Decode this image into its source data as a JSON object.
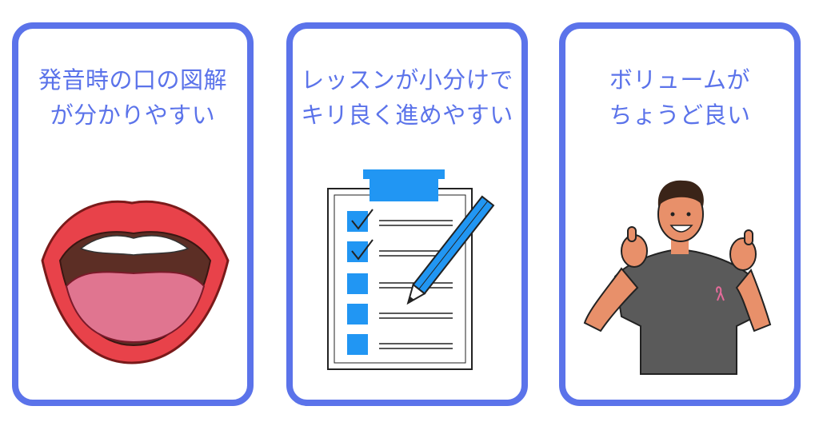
{
  "cards": [
    {
      "title_line1": "発音時の口の図解",
      "title_line2": "が分かりやすい",
      "illustration": "open-mouth-icon"
    },
    {
      "title_line1": "レッスンが小分けで",
      "title_line2": "キリ良く進めやすい",
      "illustration": "checklist-pencil-icon"
    },
    {
      "title_line1": "ボリュームが",
      "title_line2": "ちょうど良い",
      "illustration": "thumbs-up-person-icon"
    }
  ],
  "colors": {
    "accent": "#5b73ea",
    "checkbox": "#2196f3",
    "lips": "#e8424a",
    "tongue": "#e07590",
    "shirt": "#5a5a5a",
    "skin": "#e8906a"
  }
}
